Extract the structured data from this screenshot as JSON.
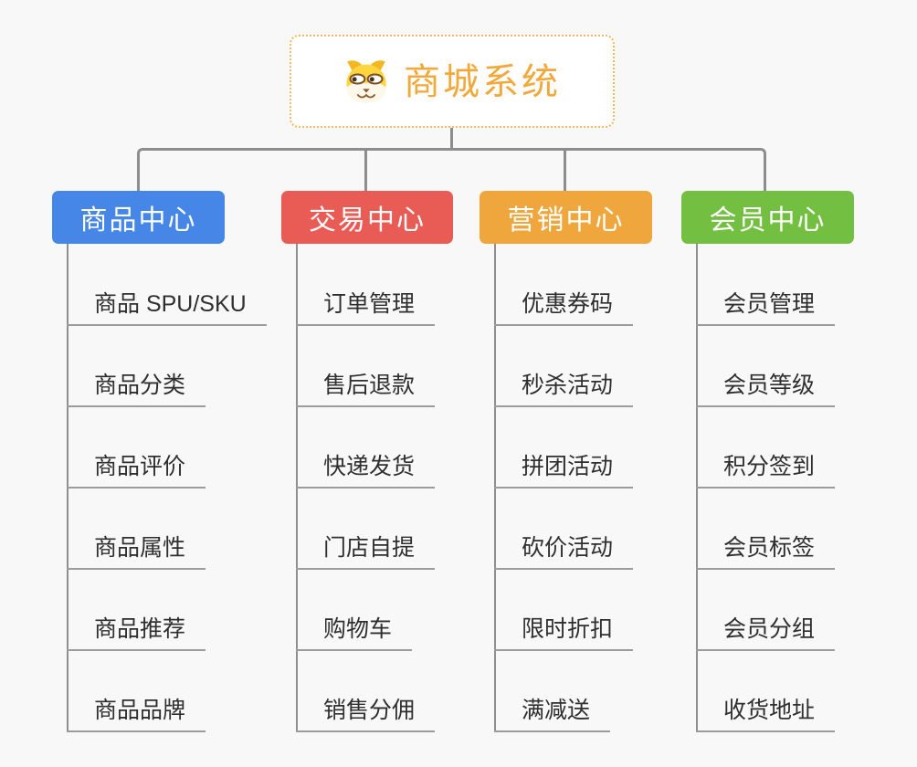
{
  "canvas": {
    "background_color": "#f8f8f8",
    "connector_color": "#8d8d8d",
    "item_underline_color": "#9b9b9b",
    "item_text_color": "#2f2f2f"
  },
  "root": {
    "title": "商城系统",
    "title_color": "#f2a93c",
    "border_color": "#f4b860",
    "icon": "shiba-dog-icon"
  },
  "branches": [
    {
      "label": "商品中心",
      "color": "#4586e7",
      "items": [
        "商品 SPU/SKU",
        "商品分类",
        "商品评价",
        "商品属性",
        "商品推荐",
        "商品品牌"
      ]
    },
    {
      "label": "交易中心",
      "color": "#e95c55",
      "items": [
        "订单管理",
        "售后退款",
        "快递发货",
        "门店自提",
        "购物车",
        "销售分佣"
      ]
    },
    {
      "label": "营销中心",
      "color": "#efa73d",
      "items": [
        "优惠券码",
        "秒杀活动",
        "拼团活动",
        "砍价活动",
        "限时折扣",
        "满减送"
      ]
    },
    {
      "label": "会员中心",
      "color": "#72bf42",
      "items": [
        "会员管理",
        "会员等级",
        "积分签到",
        "会员标签",
        "会员分组",
        "收货地址"
      ]
    }
  ]
}
